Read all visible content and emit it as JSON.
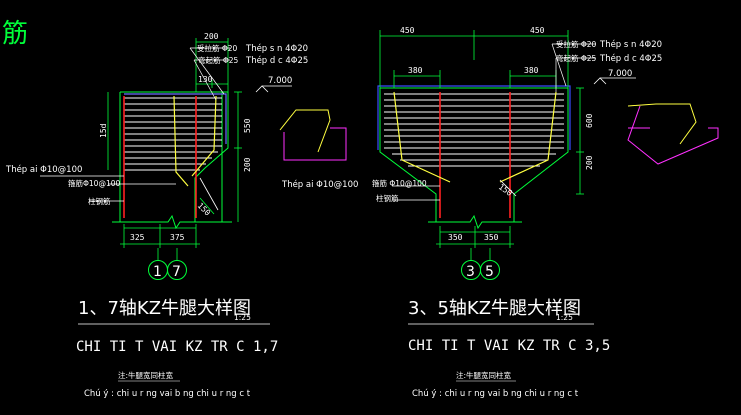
{
  "corner_glyph": "筋",
  "colors": {
    "green": "#00ff3a",
    "white": "#ffffff",
    "red": "#ff2020",
    "magenta": "#ff30ff",
    "yellow": "#ffff40",
    "blue": "#3a4cff"
  },
  "left": {
    "dims": {
      "d200": "200",
      "d130": "130",
      "d550": "550",
      "d200v": "200",
      "d150": "150",
      "d325": "325",
      "d375": "375",
      "d15d": "15d"
    },
    "elev": "7.000",
    "notes": {
      "top_steel_cn": "受拉筋 Φ20",
      "top_steel_vn": "Thép s n  4Φ20",
      "bend_steel_cn": "弯起筋 Φ25",
      "bend_steel_vn": "Thép d c 4Φ25",
      "stirrup_vn": "Thép   ai Φ10@100",
      "stirrup_cn": "箍筋Φ10@100",
      "col_steel_cn": "柱钢筋",
      "stirrup_right": "Thép   ai Φ10@100"
    },
    "axis_1": "1",
    "axis_2": "7",
    "title_cn": "1、7轴KZ牛腿大样图",
    "title_scale": "1:25",
    "title_vn": "CHI TI T VAI     KZ TR C 1,7"
  },
  "right": {
    "dims": {
      "d450a": "450",
      "d450b": "450",
      "d380a": "380",
      "d380b": "380",
      "d600": "600",
      "d200v": "200",
      "d150": "150",
      "d350a": "350",
      "d350b": "350"
    },
    "elev": "7.000",
    "notes": {
      "top_steel_cn": "受拉筋 Φ20",
      "top_steel_vn": "Thép s n  4Φ20",
      "bend_steel_cn": "弯起筋 Φ25",
      "bend_steel_vn": "Thép d c 4Φ25",
      "stirrup_cn": "箍筋 Φ10@100",
      "col_steel_cn": "柱钢筋"
    },
    "axis_1": "3",
    "axis_2": "5",
    "title_cn": "3、5轴KZ牛腿大样图",
    "title_scale": "1:25",
    "title_vn": "CHI TI T VAI     KZ TR C 3,5"
  },
  "footer": {
    "note_cn": "注:牛腿宽同柱宽",
    "note_vn": "Chú ý : chi u r ng vai     b ng chi u r ng c t"
  }
}
